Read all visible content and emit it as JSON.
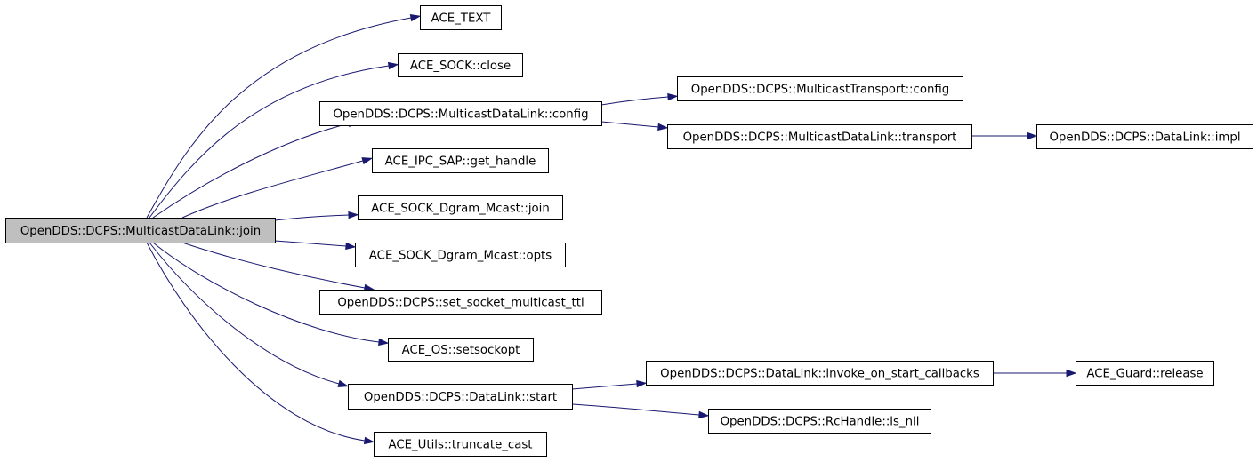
{
  "graph": {
    "colors": {
      "edge": "#191970",
      "root_fill": "#bfbfbf",
      "node_fill": "#ffffff",
      "node_border": "#000000"
    },
    "nodes": [
      {
        "id": "join",
        "label": "OpenDDS::DCPS::MulticastDataLink::join",
        "root": true
      },
      {
        "id": "ace_text",
        "label": "ACE_TEXT"
      },
      {
        "id": "sock_close",
        "label": "ACE_SOCK::close"
      },
      {
        "id": "mdl_config",
        "label": "OpenDDS::DCPS::MulticastDataLink::config"
      },
      {
        "id": "mt_config",
        "label": "OpenDDS::DCPS::MulticastTransport::config"
      },
      {
        "id": "mdl_transport",
        "label": "OpenDDS::DCPS::MulticastDataLink::transport"
      },
      {
        "id": "dl_impl",
        "label": "OpenDDS::DCPS::DataLink::impl"
      },
      {
        "id": "get_handle",
        "label": "ACE_IPC_SAP::get_handle"
      },
      {
        "id": "mcast_join",
        "label": "ACE_SOCK_Dgram_Mcast::join"
      },
      {
        "id": "mcast_opts",
        "label": "ACE_SOCK_Dgram_Mcast::opts"
      },
      {
        "id": "set_ttl",
        "label": "OpenDDS::DCPS::set_socket_multicast_ttl"
      },
      {
        "id": "setsockopt",
        "label": "ACE_OS::setsockopt"
      },
      {
        "id": "dl_start",
        "label": "OpenDDS::DCPS::DataLink::start"
      },
      {
        "id": "invoke_cb",
        "label": "OpenDDS::DCPS::DataLink::invoke_on_start_callbacks"
      },
      {
        "id": "guard_release",
        "label": "ACE_Guard::release"
      },
      {
        "id": "is_nil",
        "label": "OpenDDS::DCPS::RcHandle::is_nil"
      },
      {
        "id": "truncate_cast",
        "label": "ACE_Utils::truncate_cast"
      }
    ],
    "edges": [
      {
        "from": "join",
        "to": "ace_text"
      },
      {
        "from": "join",
        "to": "sock_close"
      },
      {
        "from": "join",
        "to": "mdl_config"
      },
      {
        "from": "join",
        "to": "get_handle"
      },
      {
        "from": "join",
        "to": "mcast_join"
      },
      {
        "from": "join",
        "to": "mcast_opts"
      },
      {
        "from": "join",
        "to": "set_ttl"
      },
      {
        "from": "join",
        "to": "setsockopt"
      },
      {
        "from": "join",
        "to": "dl_start"
      },
      {
        "from": "join",
        "to": "truncate_cast"
      },
      {
        "from": "mdl_config",
        "to": "mt_config"
      },
      {
        "from": "mdl_config",
        "to": "mdl_transport"
      },
      {
        "from": "mdl_transport",
        "to": "dl_impl"
      },
      {
        "from": "dl_start",
        "to": "invoke_cb"
      },
      {
        "from": "dl_start",
        "to": "is_nil"
      },
      {
        "from": "invoke_cb",
        "to": "guard_release"
      }
    ]
  }
}
